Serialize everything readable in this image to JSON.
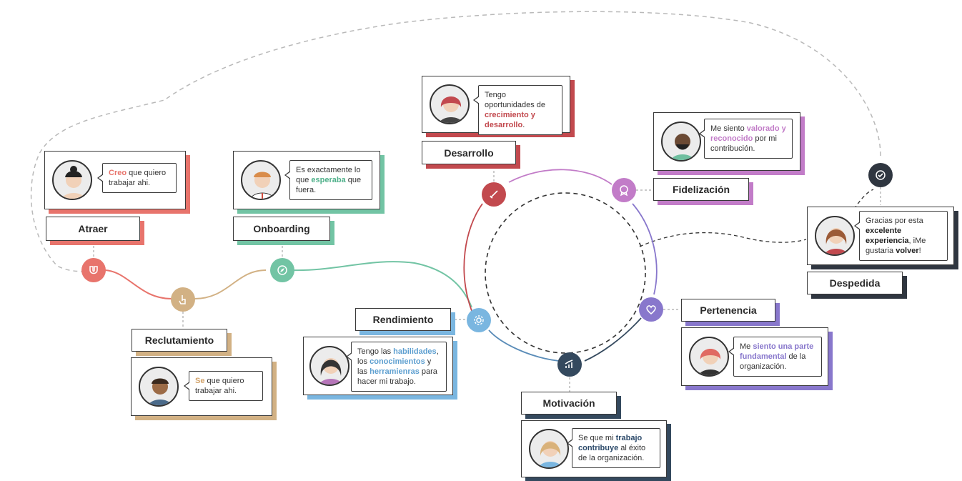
{
  "colors": {
    "atraer": "#e8746c",
    "reclutamiento": "#d2b184",
    "onboarding": "#72c4a4",
    "desarrollo": "#c2494e",
    "fidelizacion": "#c27cc8",
    "pertenencia": "#8877cc",
    "motivacion": "#34495e",
    "rendimiento": "#7ab6e0",
    "despedida": "#2f3640"
  },
  "stages": {
    "atraer": {
      "label": "Atraer",
      "quote": {
        "pre": "",
        "hl1": "Creo",
        "mid": " que quiero trabajar ahi.",
        "hl2": "",
        "post": ""
      },
      "icon": "magnet-icon"
    },
    "reclutamiento": {
      "label": "Reclutamiento",
      "quote": {
        "pre": "",
        "hl1": "Se",
        "mid": " que quiero trabajar ahi.",
        "hl2": "",
        "post": ""
      },
      "icon": "touch-icon"
    },
    "onboarding": {
      "label": "Onboarding",
      "quote": {
        "pre": "Es exactamente lo que ",
        "hl1": "esperaba",
        "mid": " que fuera.",
        "hl2": "",
        "post": ""
      },
      "icon": "compass-icon"
    },
    "desarrollo": {
      "label": "Desarrollo",
      "quote": {
        "pre": "Tengo oportunidades de ",
        "hl1": "crecimiento y desarrollo",
        "mid": ".",
        "hl2": "",
        "post": ""
      },
      "icon": "rocket-icon"
    },
    "fidelizacion": {
      "label": "Fidelización",
      "quote": {
        "pre": "Me siento ",
        "hl1": "valorado y reconocido",
        "mid": " por mi contribución.",
        "hl2": "",
        "post": ""
      },
      "icon": "award-icon"
    },
    "pertenencia": {
      "label": "Pertenencia",
      "quote": {
        "pre": "Me ",
        "hl1": "siento una parte fundamental",
        "mid": " de la organización.",
        "hl2": "",
        "post": ""
      },
      "icon": "heart-icon"
    },
    "motivacion": {
      "label": "Motivación",
      "quote": {
        "pre": "Se que mi ",
        "hl1": "trabajo contribuye",
        "mid": " al éxito de la organización.",
        "hl2": "",
        "post": ""
      },
      "icon": "chart-icon"
    },
    "rendimiento": {
      "label": "Rendimiento",
      "quote": {
        "pre": "Tengo las ",
        "hl1": "habilidades",
        "mid": ", los ",
        "hl2": "conocimientos",
        "post": " y las ",
        "hl3": "herramienras",
        "post2": " para hacer mi trabajo."
      },
      "icon": "gear-icon"
    },
    "despedida": {
      "label": "Despedida",
      "quote": {
        "pre": "Gracias por esta ",
        "hl1": "excelente experiencia",
        "mid": ", iMe gustaria ",
        "hl2": "volver",
        "post": "!"
      },
      "icon": "check-badge-icon"
    }
  }
}
